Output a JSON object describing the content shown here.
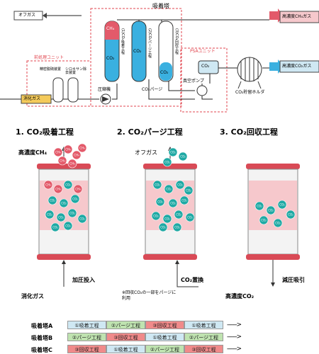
{
  "process": {
    "off_gas": "オフガス",
    "adsorber": "吸着塔",
    "high_ch4": "高濃度CH₄ガス",
    "high_co2": "高濃度CO₂ガス",
    "pretreat_unit": "前処理ユニット",
    "psa_unit": "PSAユニット",
    "digestion_gas": "消化ガス",
    "desulfurizer": "精密脱硫装置",
    "siloxane": "シロキサン除去装置",
    "compressor": "圧縮機",
    "co2_purge": "CO₂パージ",
    "vacuum_pump": "真空ポンプ",
    "co2_holder": "CO₂貯留ホルダ",
    "tower1_label": "(1)CO₂吸着工程",
    "tower2_label": "(2)CO₂パージ工程",
    "tower3_label": "(3)CO₂回収工程",
    "ch4": "CH₄",
    "co2": "CO₂"
  },
  "steps": [
    {
      "title": "1. CO₂吸着工程",
      "top_label": "高濃度CH₄",
      "bottom_label": "消化ガス",
      "bottom_action": "加圧投入"
    },
    {
      "title": "2. CO₂パージ工程",
      "top_label": "オフガス",
      "bottom_label": "CO₂置換",
      "note": "※回収CO₂の一部をパージに利用"
    },
    {
      "title": "3. CO₂回収工程",
      "bottom_label": "高濃度CO₂",
      "bottom_action": "減圧吸引"
    }
  ],
  "molecules": {
    "ch4": "CH₄",
    "co2": "CO₂"
  },
  "schedule": {
    "rows": [
      {
        "name": "吸着塔A",
        "cells": [
          "①吸着工程",
          "②パージ工程",
          "③回収工程",
          "①吸着工程"
        ]
      },
      {
        "name": "吸着塔B",
        "cells": [
          "②パージ工程",
          "③回収工程",
          "①吸着工程",
          "②パージ工程"
        ]
      },
      {
        "name": "吸着塔C",
        "cells": [
          "③回収工程",
          "①吸着工程",
          "②パージ工程",
          "③回収工程"
        ]
      }
    ],
    "continuation": "------>"
  },
  "colors": {
    "ch4": "#e35a6a",
    "co2": "#1fa9a4",
    "adsorb": "#cfe8f3",
    "purge": "#bfe3b0",
    "recover": "#f08a8a",
    "pink": "#f6c8cc",
    "blue": "#3ab0e0"
  }
}
